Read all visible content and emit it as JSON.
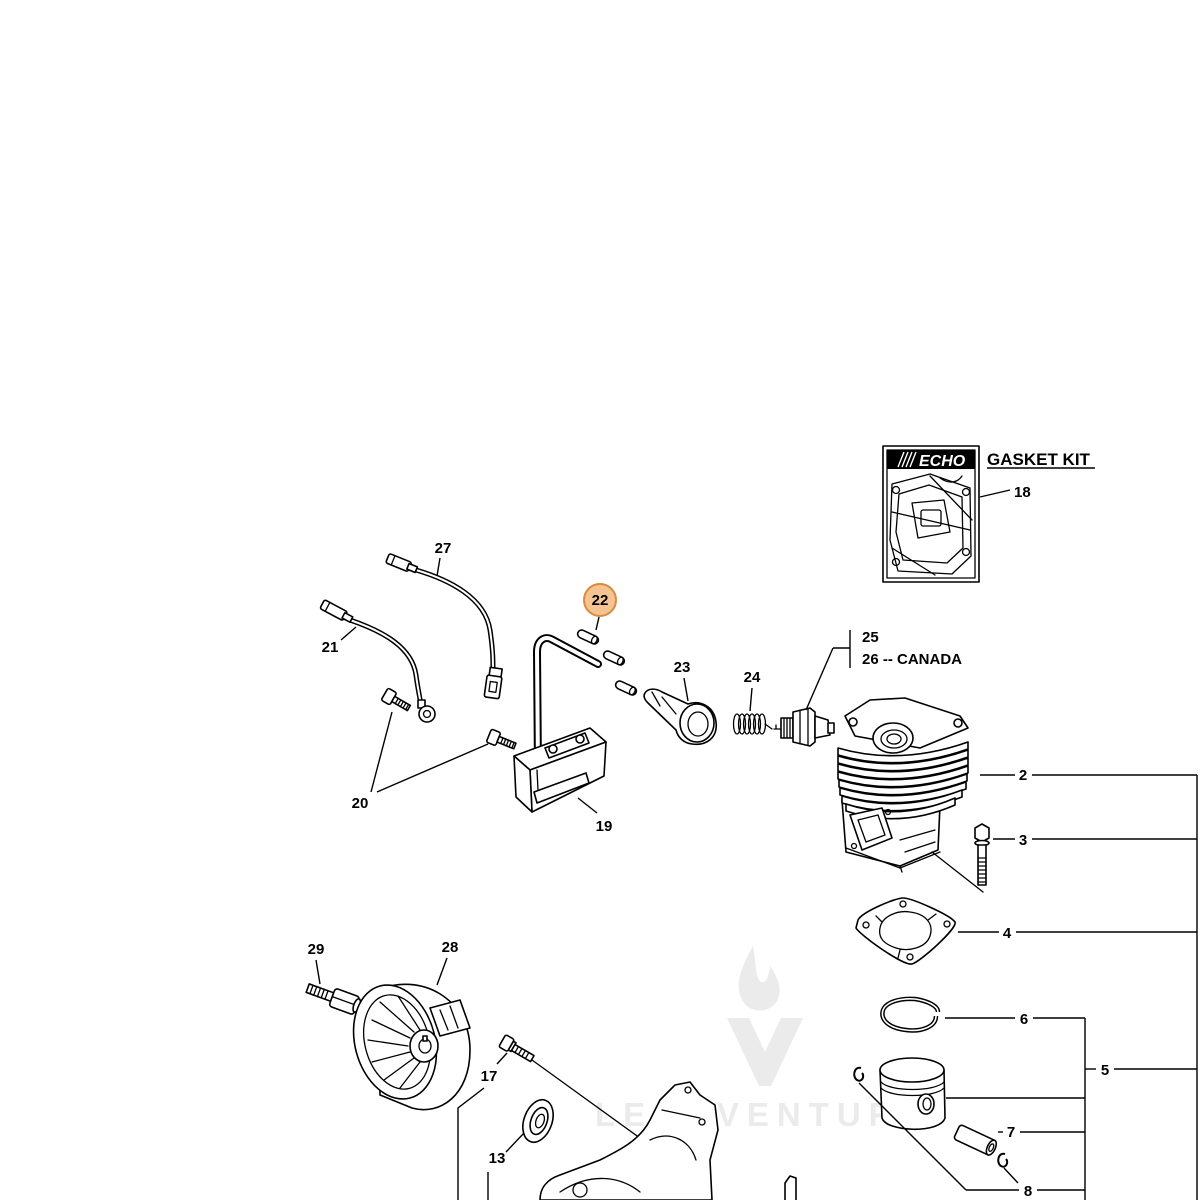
{
  "gasket_kit": {
    "brand": "ECHO",
    "title": "GASKET KIT",
    "ref": "18"
  },
  "callouts": {
    "p2": "2",
    "p3": "3",
    "p4": "4",
    "p5": "5",
    "p6": "6",
    "p7": "7",
    "p8": "8",
    "p13": "13",
    "p17": "17",
    "p19": "19",
    "p20": "20",
    "p21": "21",
    "p22": "22",
    "p23": "23",
    "p24": "24",
    "p25": "25",
    "p26": "26 -- CANADA",
    "p27": "27",
    "p28": "28",
    "p29": "29"
  },
  "watermark": "LEADVENTURE",
  "colors": {
    "ink": "#000000",
    "highlight_fill": "#f5c493",
    "highlight_stroke": "#d98a3d",
    "watermark": "#ebebeb"
  }
}
